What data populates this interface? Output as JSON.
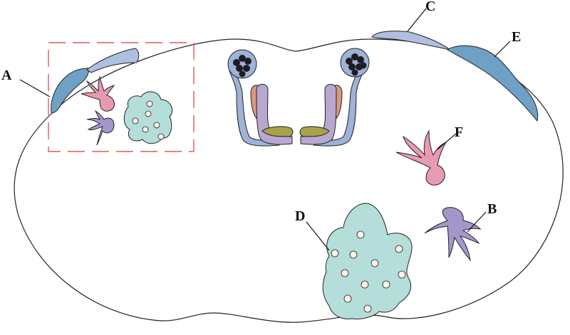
{
  "labels": {
    "a": "A",
    "b": "B",
    "c": "C",
    "d": "D",
    "e": "E",
    "f": "F"
  },
  "colors": {
    "outline": "#222222",
    "box": "#e0595a",
    "blue_layer": "#6fa0c6",
    "blue_light": "#aebfe0",
    "pink_cell": "#e89ab0",
    "purple_cell": "#a496cb",
    "teal_cell": "#b5ddd9",
    "neuron_body": "#b8a8d0",
    "neuron_blue": "#9fb2d8",
    "neuron_orange": "#d99a7e",
    "neuron_olive": "#a8a24c",
    "nucleus": "#1b1b26"
  }
}
